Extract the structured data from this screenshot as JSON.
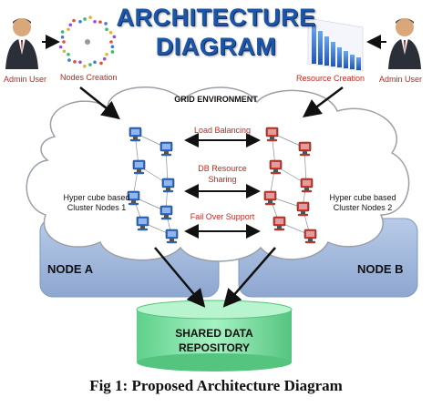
{
  "title": {
    "line1": "ARCHITECTURE",
    "line2": "DIAGRAM"
  },
  "actors": {
    "left_admin": "Admin User",
    "right_admin": "Admin User"
  },
  "processes": {
    "nodes_creation": "Nodes Creation",
    "resource_creation": "Resource Creation"
  },
  "grid": {
    "label": "GRID ENVIRONMENT"
  },
  "links": {
    "load_balancing": "Load Balancing",
    "db_sharing_line1": "DB Resource",
    "db_sharing_line2": "Sharing",
    "fail_over": "Fail Over Support"
  },
  "clusters": {
    "left_line1": "Hyper cube based",
    "left_line2": "Cluster Nodes 1",
    "right_line1": "Hyper cube based",
    "right_line2": "Cluster Nodes 2"
  },
  "nodes": {
    "a": "NODE A",
    "b": "NODE B"
  },
  "repository": {
    "line1": "SHARED DATA",
    "line2": "REPOSITORY"
  },
  "caption": "Fig 1: Proposed Architecture Diagram",
  "colors": {
    "title_blue": "#1c56a8",
    "label_red": "#c5271e",
    "node_panel": "#9db4d8",
    "cylinder": "#7fe3a6",
    "blue_pc": "#2a6fd6",
    "red_pc": "#d8382a"
  },
  "icons": [
    "admin-user-icon",
    "nodes-wheel-icon",
    "bar-chart-icon",
    "computer-icon",
    "cloud-shape",
    "database-cylinder"
  ]
}
